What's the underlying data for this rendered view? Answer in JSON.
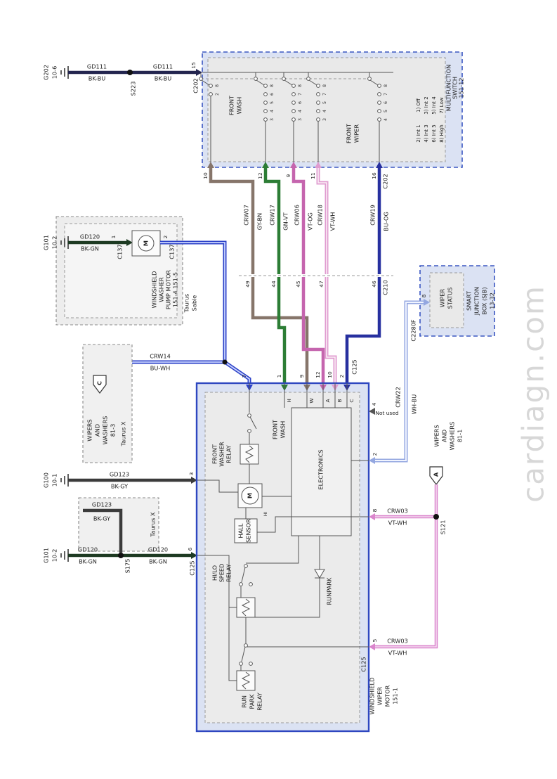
{
  "watermark": "cardiagn.com",
  "colors": {
    "bk_bu": "#23254f",
    "gy_bn": "#86756a",
    "gn_vt": "#2c7d35",
    "vt_og": "#c565ae",
    "vt_wh": "#e09cd0",
    "bu_og": "#27309f",
    "bu_wh": "#2c42c8",
    "wh_bu": "#94a7e0",
    "vt_wh_pink": "#da85cc",
    "bk_gn": "#1d3a22",
    "bk_gy": "#3b3b3b",
    "box_fill": "#dbe2f3",
    "box_border": "#3a57c2"
  },
  "top": {
    "ground_id": "G202",
    "ground_ref": "10-6",
    "wire1_id": "GD111",
    "wire1_color": "BK-BU",
    "splice": "S223",
    "wire2_id": "GD111",
    "wire2_color": "BK-BU",
    "pin": "15",
    "connector": "C202"
  },
  "msw": {
    "title": [
      "MULTIFUNCTION",
      "SWITCH",
      "151-12"
    ],
    "front_wash": [
      "FRONT",
      "WASH"
    ],
    "front_wiper": [
      "FRONT",
      "WIPER"
    ],
    "legend": [
      "1) Off",
      "2) Int 1",
      "3) Int 2",
      "4) Int 3",
      "5) Int 4",
      "6) Int 5",
      "7) Low",
      "8) High"
    ],
    "out_pins": [
      "10",
      "12",
      "9",
      "11",
      "16"
    ],
    "out_connector": "C202",
    "banks": [
      [
        "8",
        "2"
      ],
      [
        "8",
        "6",
        "5",
        "4",
        "3"
      ],
      [
        "8",
        "7",
        "6",
        "4",
        "3"
      ],
      [
        "8",
        "7",
        "5",
        "4",
        "3"
      ],
      [
        "8",
        "7",
        "6",
        "5",
        "4"
      ]
    ]
  },
  "run": {
    "w07_id": "CRW07",
    "w07_color": "GY-BN",
    "w17_id": "CRW17",
    "w17_color": "GN-VT",
    "w06_id": "CRW06",
    "w06_color": "VT-OG",
    "w18_id": "CRW18",
    "w18_color": "VT-WH",
    "w19_id": "CRW19",
    "w19_color": "BU-OG",
    "c210": "C210",
    "c210_pins": [
      "49",
      "44",
      "45",
      "47",
      "46"
    ]
  },
  "pump": {
    "title": [
      "WINDSHIELD",
      "WASHER",
      "PUMP MOTOR",
      "151-4  151-5"
    ],
    "variant": [
      "Taurus",
      "Sable"
    ],
    "ground_id": "G101",
    "ground_ref": "10-2",
    "wire_id": "GD120",
    "wire_color": "BK-GN",
    "pin1": "1",
    "pin2": "2",
    "connector": "C137",
    "motor_letter": "M"
  },
  "w14": {
    "id": "CRW14",
    "color": "BU-WH"
  },
  "connC": {
    "letter": "C",
    "title": [
      "WIPERS",
      "AND",
      "WASHERS",
      "81-3"
    ],
    "variant": "Taurus X"
  },
  "sjb": {
    "title": [
      "SMART",
      "JUNCTION",
      "BOX (SJB)",
      "13-32"
    ],
    "status": [
      "WIPER",
      "STATUS"
    ],
    "pin": "8",
    "connector": "C2280F",
    "w22_id": "CRW22",
    "w22_color": "WH-BU"
  },
  "connA": {
    "letter": "A",
    "title": [
      "WIPERS",
      "AND",
      "WASHERS",
      "81-1"
    ]
  },
  "s121": "S121",
  "w03": {
    "id": "CRW03",
    "color": "VT-WH"
  },
  "motor": {
    "title": [
      "WINDSHIELD",
      "WIPER",
      "MOTOR",
      "151-1"
    ],
    "pins_top": [
      "7",
      "1",
      "9",
      "12",
      "10",
      "2"
    ],
    "c125": "C125",
    "letters": [
      "H",
      "W",
      "A",
      "B",
      "C"
    ],
    "pin4": "4",
    "not_used": "Not used",
    "pin2": "2",
    "pin8": "8",
    "pin5": "5",
    "pin3": "3",
    "pin6": "6",
    "front_wash": [
      "FRONT",
      "WASH"
    ],
    "washer_relay": [
      "FRONT",
      "WASHER",
      "RELAY"
    ],
    "electronics": "ELECTRONICS",
    "motor_letter": "M",
    "hi": "HI",
    "hall": [
      "HALL",
      "SENSOR"
    ],
    "hilo": [
      "HI/LO",
      "SPEED",
      "RELAY"
    ],
    "runpark_relay": [
      "RUN",
      "PARK",
      "RELAY"
    ],
    "runpark": "RUNPARK"
  },
  "bottom": {
    "g100_id": "G100",
    "g100_ref": "10-1",
    "g101_id": "G101",
    "g101_ref": "10-2",
    "gd123": {
      "id": "GD123",
      "color": "BK-GY"
    },
    "s175": "S175",
    "gd120": {
      "id": "GD120",
      "color": "BK-GN"
    },
    "variant": "Taurus X"
  }
}
